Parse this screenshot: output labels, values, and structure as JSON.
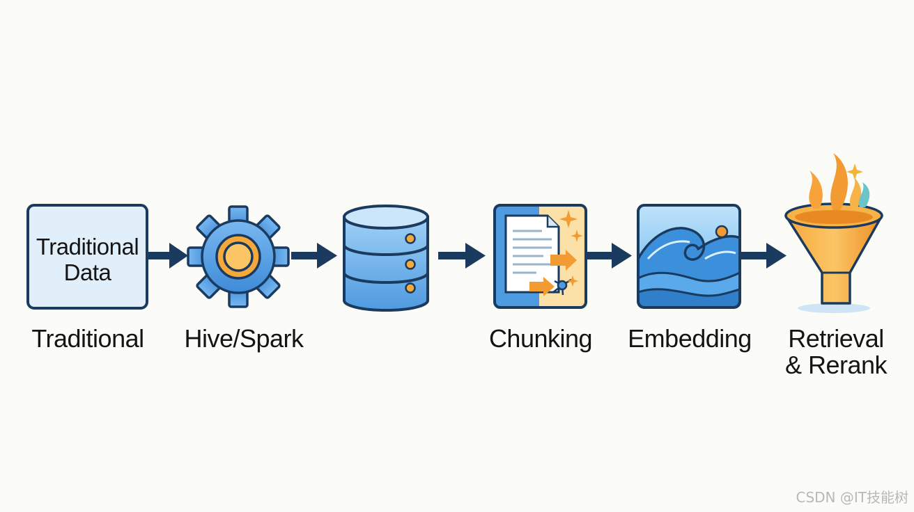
{
  "steps": [
    {
      "icon": "traditional-data-box-icon",
      "box_text": [
        "Traditional",
        "Data"
      ],
      "label": [
        "Traditional"
      ]
    },
    {
      "icon": "gear-icon",
      "label": [
        "Hive/Spark"
      ]
    },
    {
      "icon": "database-icon",
      "label": []
    },
    {
      "icon": "chunking-document-icon",
      "label": [
        "Chunking"
      ]
    },
    {
      "icon": "wave-icon",
      "label": [
        "Embedding"
      ]
    },
    {
      "icon": "funnel-icon",
      "label": [
        "Retrieval",
        "& Rerank"
      ]
    }
  ],
  "watermark": "CSDN @IT技能树",
  "colors": {
    "navy": "#1a3a5e",
    "blue_fill": "#5aa6e6",
    "light_blue": "#ddeefa",
    "orange": "#f29b32",
    "orange_light": "#f8bf58"
  }
}
